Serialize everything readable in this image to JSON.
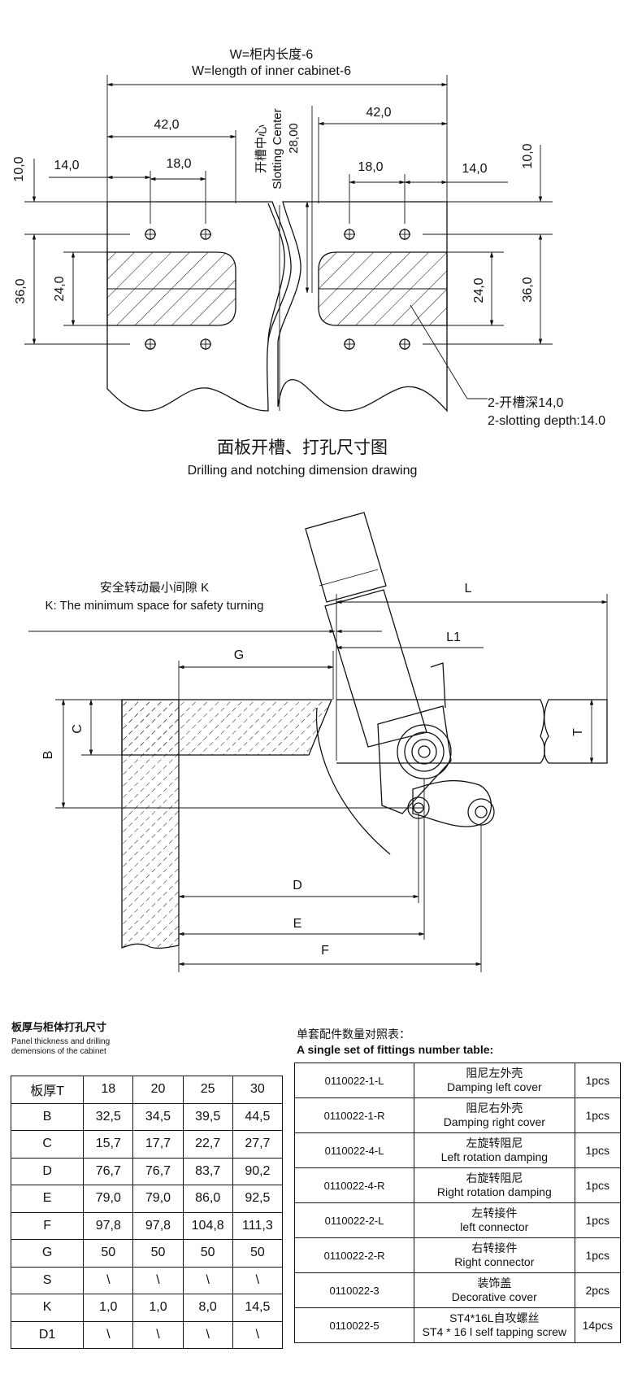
{
  "top_drawing": {
    "w_label_zh": "W=柜内长度-6",
    "w_label_en": "W=length of inner cabinet-6",
    "dim_42_left": "42,0",
    "dim_42_right": "42,0",
    "dim_14_left": "14,0",
    "dim_14_right": "14,0",
    "dim_18_left": "18,0",
    "dim_18_right": "18,0",
    "dim_10_left": "10,0",
    "dim_10_right": "10,0",
    "dim_36_left": "36,0",
    "dim_36_right": "36,0",
    "dim_24_left": "24,0",
    "dim_24_right": "24,0",
    "center_zh": "开槽中心",
    "center_en": "Slotting Center",
    "center_dim": "28,00",
    "slot_depth_zh": "2-开槽深14,0",
    "slot_depth_en": "2-slotting depth:14.0",
    "title_zh": "面板开槽、打孔尺寸图",
    "title_en": "Drilling and notching dimension drawing"
  },
  "side_drawing": {
    "k_zh": "安全转动最小间隙 K",
    "k_en": "K: The minimum  space for safety turning",
    "L": "L",
    "L1": "L1",
    "G": "G",
    "B": "B",
    "C": "C",
    "T": "T",
    "D": "D",
    "E": "E",
    "F": "F"
  },
  "thickness_table": {
    "title_zh": "板厚与柜体打孔尺寸",
    "title_en_1": "Panel thickness and drilling",
    "title_en_2": "demensions of the cabinet",
    "header": [
      "板厚T",
      "18",
      "20",
      "25",
      "30"
    ],
    "rows": [
      [
        "B",
        "32,5",
        "34,5",
        "39,5",
        "44,5"
      ],
      [
        "C",
        "15,7",
        "17,7",
        "22,7",
        "27,7"
      ],
      [
        "D",
        "76,7",
        "76,7",
        "83,7",
        "90,2"
      ],
      [
        "E",
        "79,0",
        "79,0",
        "86,0",
        "92,5"
      ],
      [
        "F",
        "97,8",
        "97,8",
        "104,8",
        "111,3"
      ],
      [
        "G",
        "50",
        "50",
        "50",
        "50"
      ],
      [
        "S",
        "\\",
        "\\",
        "\\",
        "\\"
      ],
      [
        "K",
        "1,0",
        "1,0",
        "8,0",
        "14,5"
      ],
      [
        "D1",
        "\\",
        "\\",
        "\\",
        "\\"
      ]
    ]
  },
  "fittings_table": {
    "title_zh": "单套配件数量对照表：",
    "title_en": "A single set of fittings number table:",
    "rows": [
      {
        "code": "0110022-1-L",
        "zh": "阻尼左外壳",
        "en": "Damping left cover",
        "qty": "1pcs"
      },
      {
        "code": "0110022-1-R",
        "zh": "阻尼右外壳",
        "en": "Damping right cover",
        "qty": "1pcs"
      },
      {
        "code": "0110022-4-L",
        "zh": "左旋转阻尼",
        "en": "Left rotation damping",
        "qty": "1pcs"
      },
      {
        "code": "0110022-4-R",
        "zh": "右旋转阻尼",
        "en": "Right rotation damping",
        "qty": "1pcs"
      },
      {
        "code": "0110022-2-L",
        "zh": "左转接件",
        "en": "left connector",
        "qty": "1pcs"
      },
      {
        "code": "0110022-2-R",
        "zh": "右转接件",
        "en": "Right connector",
        "qty": "1pcs"
      },
      {
        "code": "0110022-3",
        "zh": "装饰盖",
        "en": "Decorative cover",
        "qty": "2pcs"
      },
      {
        "code": "0110022-5",
        "zh": "ST4*16L自攻螺丝",
        "en": "ST4 * 16 l self tapping screw",
        "qty": "14pcs"
      }
    ]
  }
}
